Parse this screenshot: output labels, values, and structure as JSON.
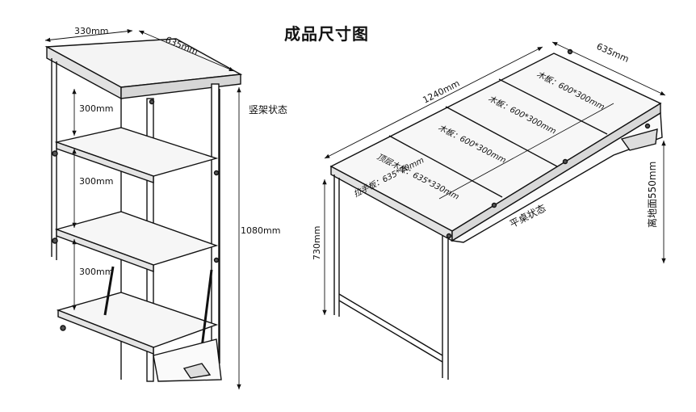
{
  "title": "成品尺寸图",
  "standing": {
    "label": "竖架状态",
    "width": "330mm",
    "depth": "635mm",
    "height": "1080mm",
    "gap1": "300mm",
    "gap2": "300mm",
    "gap3": "300mm"
  },
  "flat": {
    "label": "平桌状态",
    "length": "1240mm",
    "depth": "635mm",
    "table_height": "730mm",
    "ground_clearance": "离地面550mm",
    "board1": "木板：600*300mm",
    "board2": "木板：600*300mm",
    "board3": "木板：600*300mm",
    "top_board": "顶层木板：635*330mm",
    "handle_board": "拉手板：635*70mm"
  }
}
